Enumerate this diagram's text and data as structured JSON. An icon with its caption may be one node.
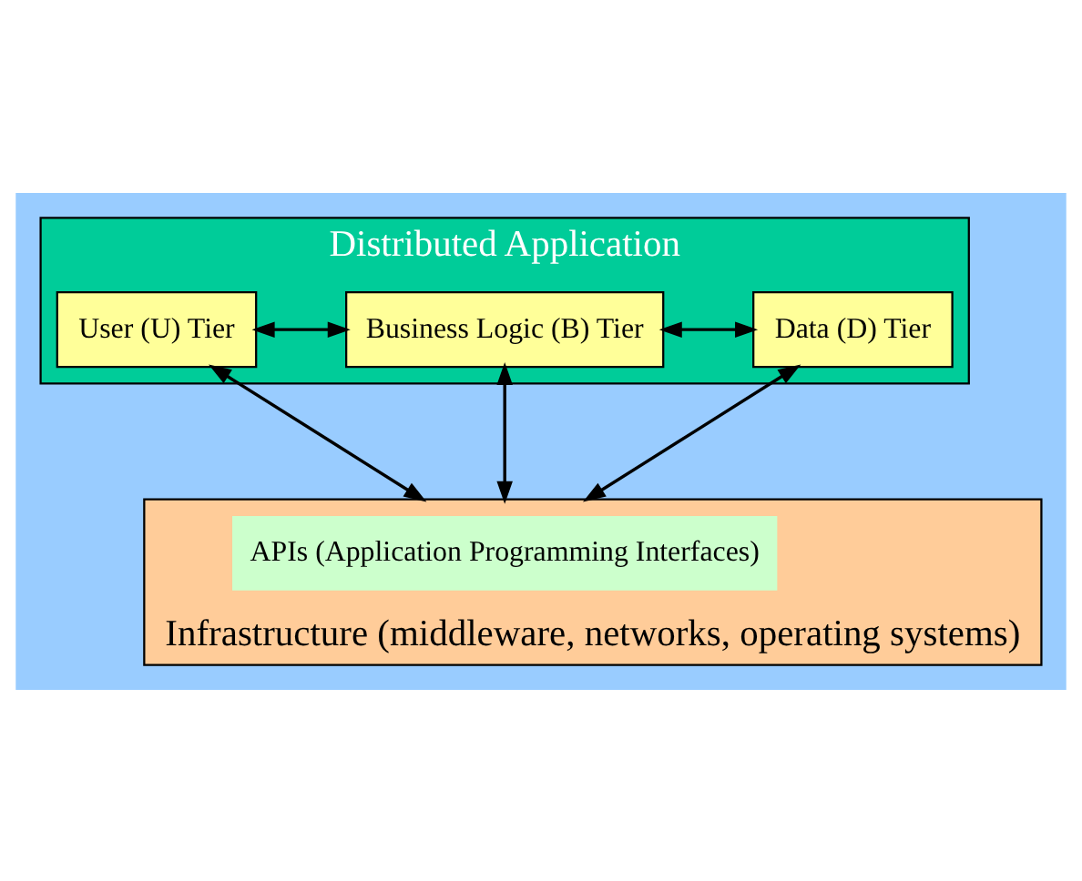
{
  "diagram": {
    "nodes": [
      {
        "text": [
          "Distributed Application"
        ]
      },
      {
        "text": [
          "User (U) Tier"
        ],
        "in": 0
      },
      {
        "text": [
          "Business Logic (B) Tier"
        ],
        "in": 0
      },
      {
        "text": [
          "Data (D) Tier"
        ],
        "in": 0
      },
      {
        "text": [
          "Infrastructure (middleware, networks, operating systems)"
        ]
      },
      {
        "text": [
          "APIs (Application Programming Interfaces)"
        ],
        "in": 4
      }
    ],
    "edges": [
      {
        "from": 1,
        "to": 2,
        "arrow": "both"
      },
      {
        "from": 2,
        "to": 3,
        "arrow": "both"
      },
      {
        "from": 1,
        "to": 4,
        "arrow": "both"
      },
      {
        "from": 2,
        "to": 4,
        "arrow": "both"
      },
      {
        "from": 3,
        "to": 4,
        "arrow": "both"
      }
    ]
  }
}
